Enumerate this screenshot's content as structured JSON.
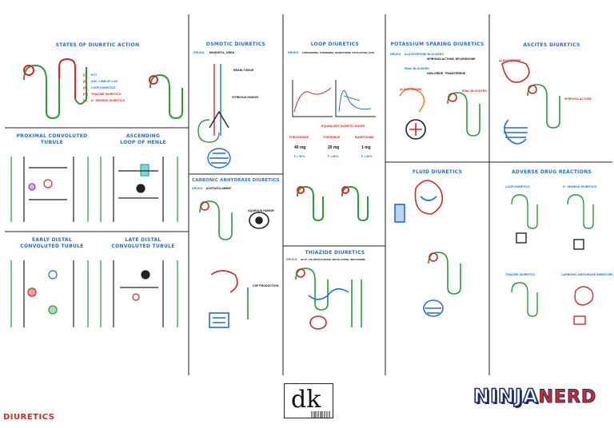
{
  "panels": {
    "states": {
      "title": "STATES OF DIURETIC ACTION",
      "roman": [
        "[I]",
        "[II]",
        "[III]",
        "[IV]",
        "[V]"
      ],
      "roman_labels": [
        "PCT",
        "ASC. LIMB OF LOH",
        "LOOP DIURETICS",
        "THIAZIDE DIURETICS",
        "K⁺ SPARING DIURETICS"
      ]
    },
    "osmotic": {
      "title": "OSMOTIC DIURETICS",
      "drugs_label": "DRUGS:",
      "drugs": "MANNITOL, UREA",
      "notes": [
        "BRAIN TISSUE",
        "VITREOUS HUMOR"
      ]
    },
    "loop": {
      "title": "LOOP DIURETICS",
      "drugs_label": "DRUGS:",
      "drugs": "FUROSEMIDE, TORSEMIDE, BUMETANIDE, ETHACRYNIC ACID",
      "equivalent": "EQUIVALENT DIURETIC DOSES",
      "names": [
        "FUROSEMIDE",
        "TORSEMIDE",
        "BUMETANIDE"
      ],
      "doses": [
        "40 mg",
        "20 mg",
        "1 mg"
      ],
      "percents": [
        "F = 50%",
        "F = 80%",
        "F = 80%"
      ]
    },
    "potassium": {
      "title": "POTASSIUM SPARING DIURETICS",
      "drugs_label": "DRUGS:",
      "drugs_line1": "ALDOSTERONE BLOCKERS",
      "drugs_line1b": "SPIRONOLACTONE, EPLERENONE",
      "drugs_line2": "ENaC BLOCKERS",
      "drugs_line2b": "AMILORIDE, TRIAMTERENE",
      "notes": [
        "ALDOSTERONE",
        "ENaC BLOCKERS"
      ]
    },
    "ascites": {
      "title": "ASCITES DIURETICS",
      "notes": [
        "ALDOSTERONE",
        "SPIRONOLACTONE"
      ]
    },
    "pct": {
      "title_line1": "PROXIMAL CONVOLUTED",
      "title_line2": "TUBULE"
    },
    "asc": {
      "title_line1": "ASCENDING",
      "title_line2": "LOOP OF HENLE"
    },
    "carbonic": {
      "title": "CARBONIC ANHYDRASE DIURETICS",
      "drugs_label": "DRUGS:",
      "drugs": "ACETAZOLAMIDE",
      "notes": [
        "AQUEOUS HUMOR",
        "CSF PRODUCTION"
      ]
    },
    "fluid": {
      "title": "FLUID DIURETICS"
    },
    "adverse": {
      "title": "ADVERSE DRUG REACTIONS",
      "sub": [
        "LOOP DIURETICS",
        "K⁺ SPARING DIURETICS",
        "THIAZIDE DIURETICS",
        "CARBONIC ANHYDRASE INHIBITORS"
      ]
    },
    "edct": {
      "title_line1": "EARLY DISTAL",
      "title_line2": "CONVOLUTED TUBULE"
    },
    "ldct": {
      "title_line1": "LATE DISTAL",
      "title_line2": "CONVOLUTED TUBULE"
    },
    "thiazide": {
      "title": "THIAZIDE DIURETICS",
      "drugs_label": "DRUGS:",
      "drugs": "HCTZ, CHLORTHALIDONE, METOLAZONE, INDAPAMIDE"
    }
  },
  "footer": {
    "title": "DIURETICS",
    "logo": "dk",
    "brand1": "NINJA",
    "brand2": "NERD"
  },
  "colors": {
    "accent": "#1f6fd1",
    "red": "#d22a2a",
    "green": "#2a9a3c",
    "orange": "#f08a1c"
  }
}
